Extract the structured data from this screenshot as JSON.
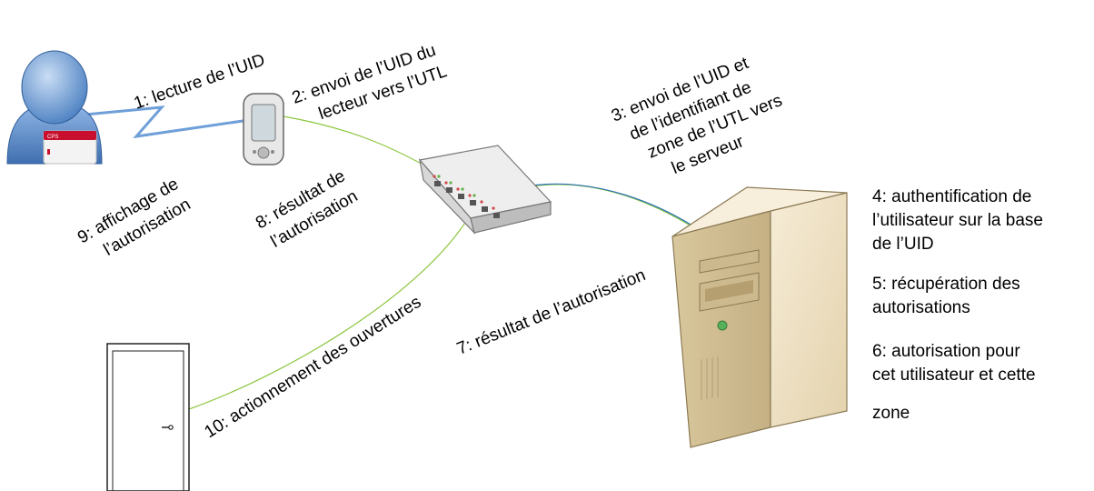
{
  "labels": {
    "step1": "1: lecture de l’UID",
    "step2_line1": "2: envoi de l’UID du",
    "step2_line2": "lecteur vers l’UTL",
    "step3_line1": "3: envoi de l’UID et",
    "step3_line2": "de l’identifiant de",
    "step3_line3": "zone de l’UTL vers",
    "step3_line4": "le serveur",
    "step4_line1": "4: authentification de",
    "step4_line2": "l’utilisateur sur la base",
    "step4_line3": "de l’UID",
    "step5_line1": "5: récupération des",
    "step5_line2": "autorisations",
    "step6_line1": "6: autorisation pour",
    "step6_line2": "cet utilisateur et cette",
    "step6_line3": "zone",
    "step7": "7: résultat de l’autorisation",
    "step8_line1": "8: résultat de",
    "step8_line2": "l’autorisation",
    "step9_line1": "9: affichage de",
    "step9_line2": "l’autorisation",
    "step10": "10: actionnement des ouvertures"
  },
  "card_text": "CPS",
  "colors": {
    "green_link": "#8cc63f",
    "blue_link": "#2e75b6",
    "user_blue": "#6f9fd8",
    "card_red": "#c8102e",
    "server_beige": "#efe2c4"
  }
}
